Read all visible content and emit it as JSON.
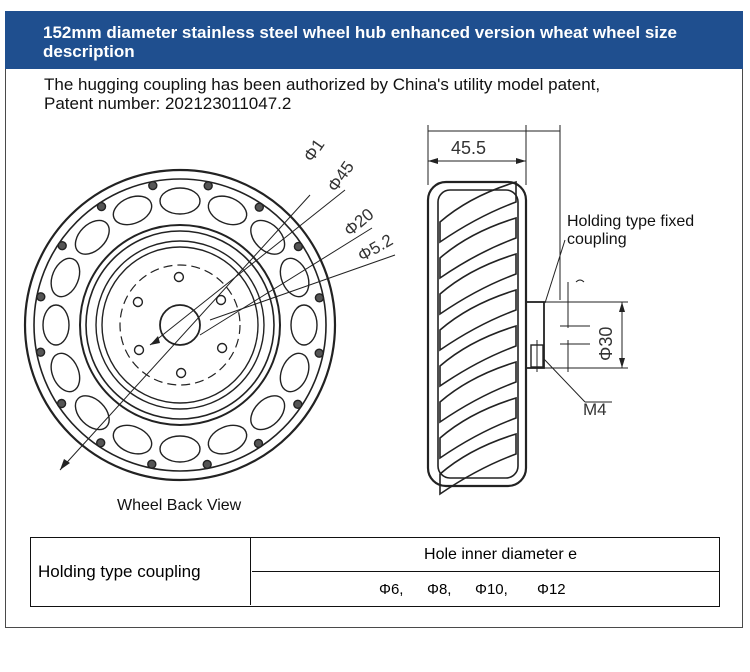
{
  "header": {
    "title": "152mm diameter stainless steel wheel hub enhanced version wheat wheel size description"
  },
  "intro": {
    "line1": "The hugging coupling has been authorized by China's utility model patent,",
    "line2": "Patent number: 202123011047.2"
  },
  "drawing": {
    "back_view_caption": "Wheel Back View",
    "dim_phi1": "Φ1",
    "dim_phi45": "Φ45",
    "dim_phi20": "Φ20",
    "dim_phi5_2": "Φ5.2",
    "dim_width": "45.5",
    "dim_phi30": "Φ30",
    "dim_m4": "M4",
    "coupling_label_line1": "Holding type fixed",
    "coupling_label_line2": "coupling"
  },
  "table": {
    "row_label": "Holding type coupling",
    "column_header": "Hole inner diameter e",
    "diameters": [
      "Φ6,",
      "Φ8,",
      "Φ10,",
      "Φ12"
    ]
  },
  "colors": {
    "header_bg": "#1f4f8f",
    "header_text": "#ffffff",
    "line": "#111111"
  }
}
